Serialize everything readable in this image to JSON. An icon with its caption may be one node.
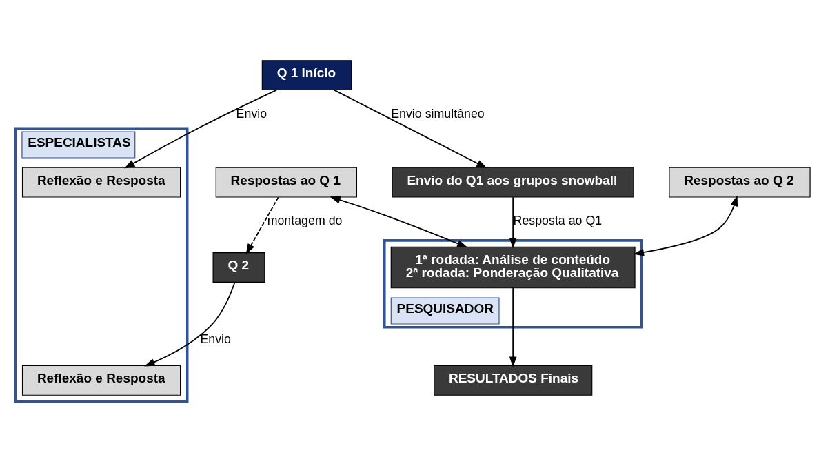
{
  "diagram": {
    "nodes": [
      {
        "text": [
          "ESPECIALISTAS"
        ]
      },
      {
        "text": [
          "Reflexão e Resposta"
        ],
        "in": 0
      },
      {
        "text": [
          "Reflexão e Resposta"
        ],
        "in": 0
      },
      {
        "text": [
          "Q 1 início"
        ]
      },
      {
        "text": [
          "Respostas ao Q 1"
        ]
      },
      {
        "text": [
          "Q 2"
        ]
      },
      {
        "text": [
          "Respostas ao Q 2"
        ]
      },
      {
        "text": [
          "PESQUISADOR"
        ]
      },
      {
        "text": [
          "1ª rodada: Análise de conteúdo",
          "2ª rodada: Ponderação Qualitativa"
        ],
        "in": 7
      },
      {
        "text": [
          "Envio do Q1 aos grupos snowball"
        ]
      },
      {
        "text": [
          "RESULTADOS Finais"
        ]
      }
    ],
    "edges": [
      {
        "from": 3,
        "to": 1,
        "arrow": "to",
        "label": "Envio"
      },
      {
        "from": 5,
        "to": 2,
        "arrow": "to",
        "label": "Envio"
      },
      {
        "from": 4,
        "to": 5,
        "arrow": "to",
        "label": "montagem do",
        "style": "dashed"
      },
      {
        "from": 3,
        "to": 9,
        "arrow": "to",
        "label": "Envio simultâneo"
      },
      {
        "from": 4,
        "to": 8,
        "arrow": "both"
      },
      {
        "from": 6,
        "to": 8,
        "arrow": "both"
      },
      {
        "from": 9,
        "to": 8,
        "arrow": "to",
        "label": "Resposta ao Q1"
      },
      {
        "from": 8,
        "to": 10,
        "arrow": "to"
      }
    ]
  }
}
